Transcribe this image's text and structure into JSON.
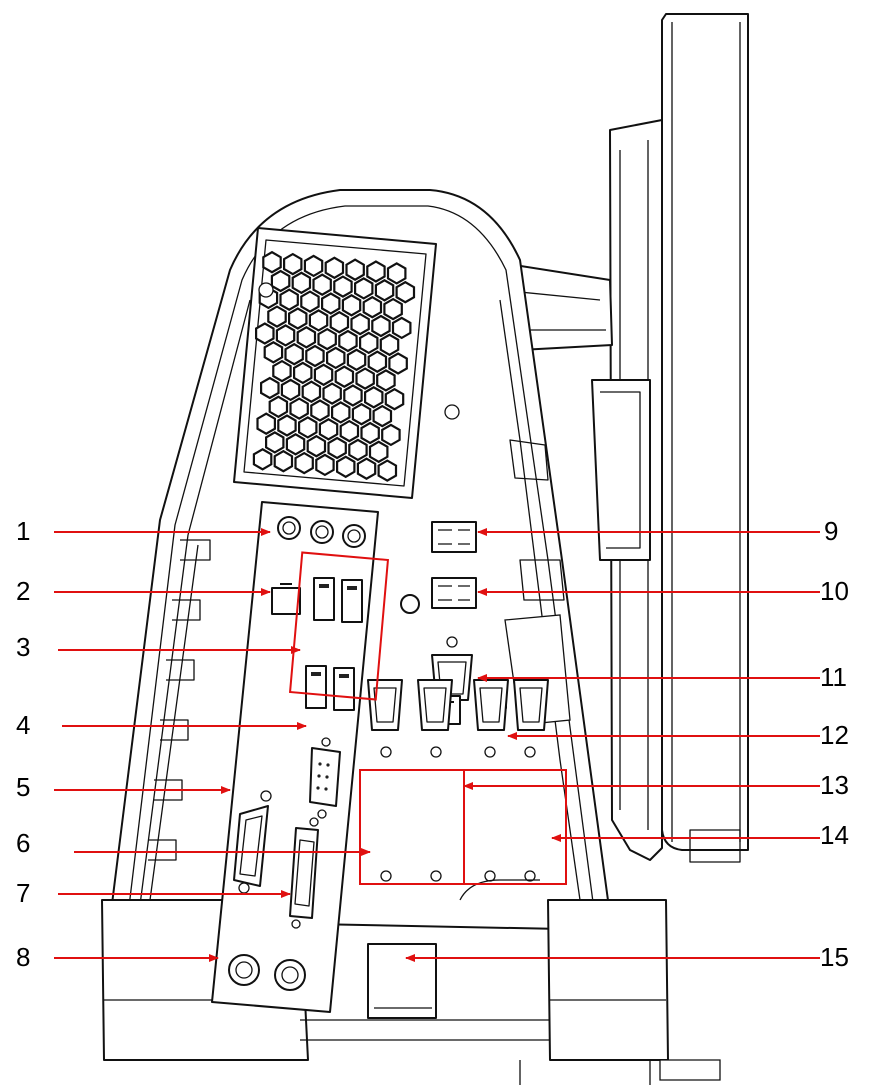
{
  "callouts": [
    {
      "id": 1,
      "text": "1"
    },
    {
      "id": 2,
      "text": "2"
    },
    {
      "id": 3,
      "text": "3"
    },
    {
      "id": 4,
      "text": "4"
    },
    {
      "id": 5,
      "text": "5"
    },
    {
      "id": 6,
      "text": "6"
    },
    {
      "id": 7,
      "text": "7"
    },
    {
      "id": 8,
      "text": "8"
    },
    {
      "id": 9,
      "text": "9"
    },
    {
      "id": 10,
      "text": "10"
    },
    {
      "id": 11,
      "text": "11"
    },
    {
      "id": 12,
      "text": "12"
    },
    {
      "id": 13,
      "text": "13"
    },
    {
      "id": 14,
      "text": "14"
    },
    {
      "id": 15,
      "text": "15"
    }
  ],
  "colors": {
    "arrow": "#e01010",
    "highlight_box": "#e01010",
    "line_art": "#111111"
  }
}
